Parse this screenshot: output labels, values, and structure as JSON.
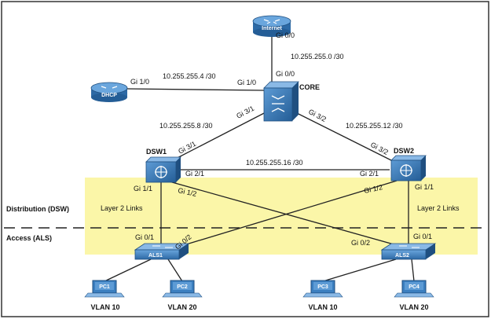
{
  "devices": {
    "internet": "Internet",
    "dhcp": "DHCP",
    "core": "CORE",
    "dsw1": "DSW1",
    "dsw2": "DSW2",
    "als1": "ALS1",
    "als2": "ALS2",
    "pc1": "PC1",
    "pc2": "PC2",
    "pc3": "PC3",
    "pc4": "PC4"
  },
  "subnets": {
    "internet_core": "10.255.255.0 /30",
    "dhcp_core": "10.255.255.4 /30",
    "core_dsw1": "10.255.255.8 /30",
    "core_dsw2": "10.255.255.12 /30",
    "dsw1_dsw2": "10.255.255.16 /30"
  },
  "ports": {
    "internet_gi00": "Gi 0/0",
    "core_gi00": "Gi 0/0",
    "dhcp_gi10": "Gi 1/0",
    "core_gi10": "Gi 1/0",
    "core_gi31": "Gi 3/1",
    "core_gi32": "Gi 3/2",
    "dsw1_gi31": "Gi 3/1",
    "dsw2_gi32": "Gi 3/2",
    "dsw1_gi21": "Gi 2/1",
    "dsw2_gi21": "Gi 2/1",
    "dsw1_gi11": "Gi 1/1",
    "dsw1_gi12": "Gi 1/2",
    "dsw2_gi12": "Gi 1/2",
    "dsw2_gi11": "Gi 1/1",
    "als1_gi01": "Gi 0/1",
    "als1_gi02": "Gi 0/2",
    "als2_gi02": "Gi 0/2",
    "als2_gi01": "Gi 0/1"
  },
  "layers": {
    "distribution": "Distribution (DSW)",
    "access": "Access (ALS)",
    "l2_left": "Layer 2 Links",
    "l2_right": "Layer 2 Links"
  },
  "vlans": {
    "pc1": "VLAN 10",
    "pc2": "VLAN 20",
    "pc3": "VLAN 10",
    "pc4": "VLAN 20"
  },
  "colors": {
    "zone_fill": "#fbf6a8",
    "device_blue": "#3b7fc0",
    "device_dark": "#1f4f80",
    "line": "#222222"
  },
  "icons": {
    "router": "router-icon",
    "multilayer_switch": "multilayer-switch-icon",
    "switch": "switch-icon",
    "pc": "pc-icon"
  }
}
